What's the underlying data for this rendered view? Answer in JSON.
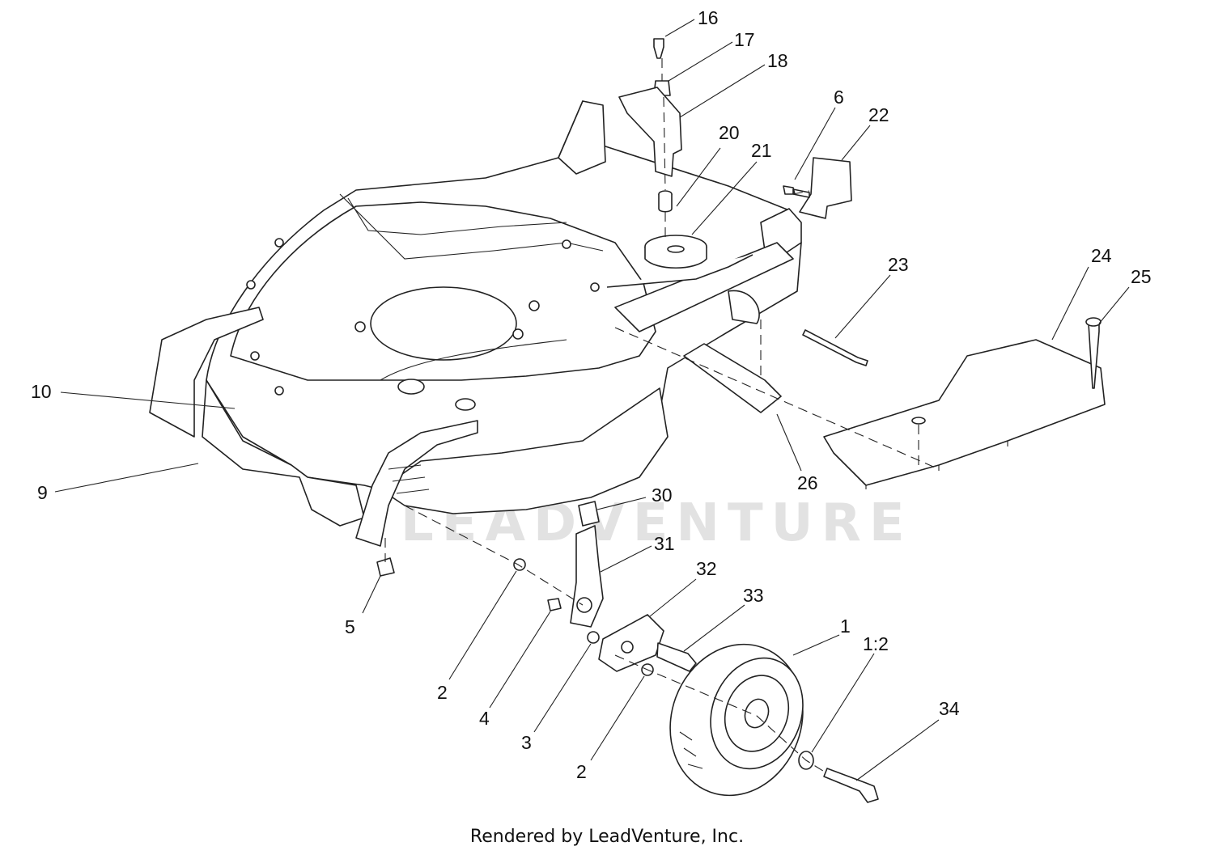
{
  "watermark": "LEADVENTURE",
  "footer": "Rendered by LeadVenture, Inc.",
  "callouts": [
    "16",
    "17",
    "18",
    "20",
    "21",
    "6",
    "22",
    "23",
    "24",
    "25",
    "10",
    "9",
    "26",
    "30",
    "31",
    "32",
    "33",
    "1",
    "1:2",
    "34",
    "5",
    "2",
    "4",
    "3",
    "2"
  ]
}
